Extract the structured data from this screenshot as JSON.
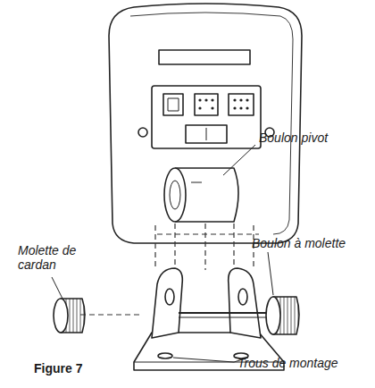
{
  "diagram": {
    "caption": "Figure 7",
    "labels": [
      "Boulon pivot",
      "Molette de cardan",
      "Boulon à molette",
      "Trous de montage"
    ]
  }
}
